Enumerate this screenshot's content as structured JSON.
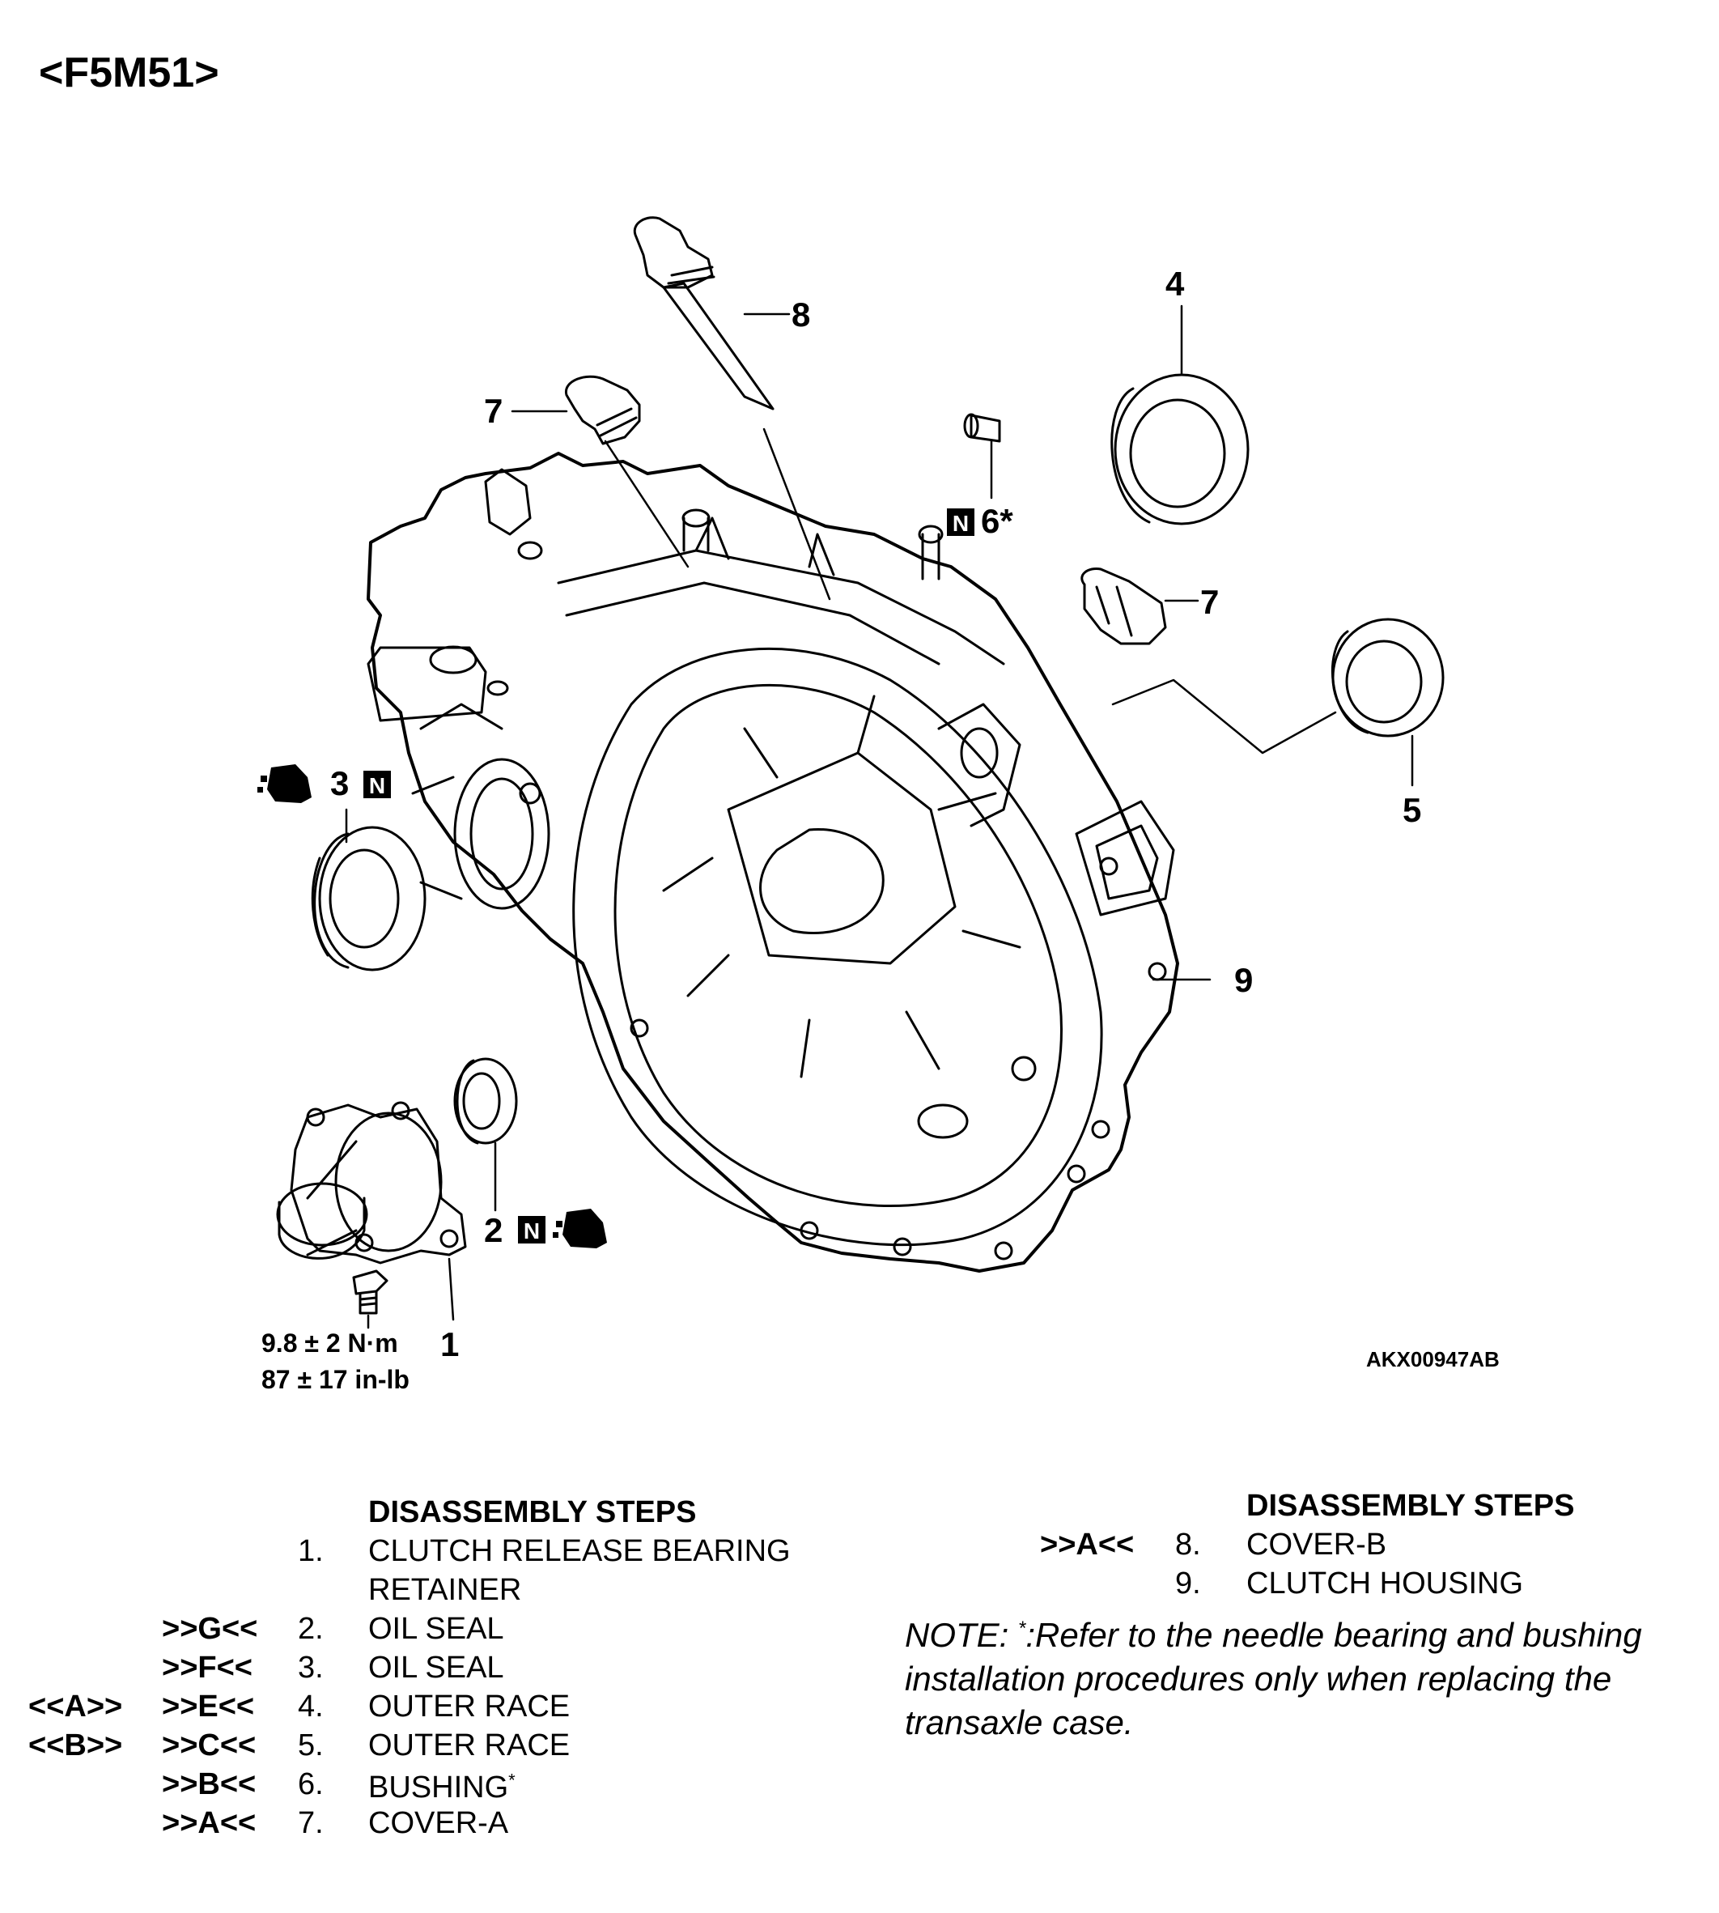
{
  "page_title": "<F5M51>",
  "diagram": {
    "callouts": {
      "c1": "1",
      "c2": "2",
      "c3": "3",
      "c4": "4",
      "c5": "5",
      "c6": "6*",
      "c7a": "7",
      "c7b": "7",
      "c8": "8",
      "c9": "9"
    },
    "symbols": {
      "new_part": "N"
    },
    "torque_nm": "9.8 ± 2 N·m",
    "torque_inlb": "87 ± 17 in-lb",
    "figure_code": "AKX00947AB"
  },
  "steps_left": {
    "heading": "DISASSEMBLY STEPS",
    "rows": [
      {
        "m1": "",
        "m2": "",
        "num": "1.",
        "text": "CLUTCH RELEASE BEARING"
      },
      {
        "m1": "",
        "m2": "",
        "num": "",
        "text": "RETAINER"
      },
      {
        "m1": "",
        "m2": ">>G<<",
        "num": "2.",
        "text": "OIL SEAL"
      },
      {
        "m1": "",
        "m2": ">>F<<",
        "num": "3.",
        "text": "OIL SEAL"
      },
      {
        "m1": "<<A>>",
        "m2": ">>E<<",
        "num": "4.",
        "text": "OUTER RACE"
      },
      {
        "m1": "<<B>>",
        "m2": ">>C<<",
        "num": "5.",
        "text": "OUTER RACE"
      },
      {
        "m1": "",
        "m2": ">>B<<",
        "num": "6.",
        "text": "BUSHING",
        "sup": "*"
      },
      {
        "m1": "",
        "m2": ">>A<<",
        "num": "7.",
        "text": "COVER-A"
      }
    ]
  },
  "steps_right": {
    "heading": "DISASSEMBLY STEPS",
    "rows": [
      {
        "m2": ">>A<<",
        "num": "8.",
        "text": "COVER-B"
      },
      {
        "m2": "",
        "num": "9.",
        "text": "CLUTCH HOUSING"
      }
    ]
  },
  "note": {
    "label": "NOTE: ",
    "sup": "*",
    "text": ":Refer to the needle bearing and bushing installation procedures only when replacing the transaxle case."
  }
}
